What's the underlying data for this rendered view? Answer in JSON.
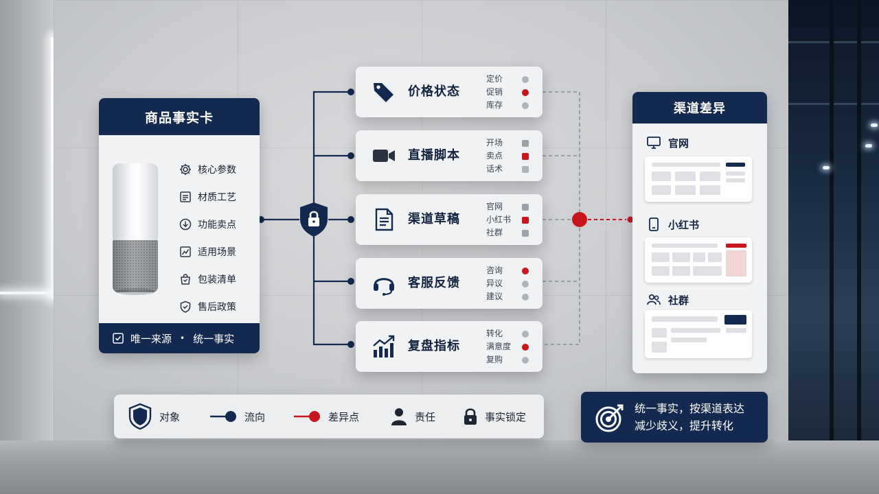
{
  "product_card": {
    "title": "商品事实卡",
    "specs": [
      {
        "label": "核心参数",
        "icon": "gear-icon"
      },
      {
        "label": "材质工艺",
        "icon": "list-icon"
      },
      {
        "label": "功能卖点",
        "icon": "download-circle-icon"
      },
      {
        "label": "适用场景",
        "icon": "line-chart-icon"
      },
      {
        "label": "包装清单",
        "icon": "bag-icon"
      },
      {
        "label": "售后政策",
        "icon": "shield-check-icon"
      }
    ],
    "footer": {
      "left": "唯一来源",
      "separator": "•",
      "right": "统一事实"
    }
  },
  "stages": [
    {
      "title": "价格状态",
      "icon": "price-tag-icon",
      "tags": [
        {
          "label": "定价",
          "marker": "circle",
          "color": "#b0b4ba"
        },
        {
          "label": "促销",
          "marker": "circle",
          "color": "#c8161d"
        },
        {
          "label": "库存",
          "marker": "circle",
          "color": "#b0b4ba"
        }
      ]
    },
    {
      "title": "直播脚本",
      "icon": "video-camera-icon",
      "tags": [
        {
          "label": "开场",
          "marker": "square",
          "color": "#9ea3aa"
        },
        {
          "label": "卖点",
          "marker": "square",
          "color": "#c8161d"
        },
        {
          "label": "话术",
          "marker": "square",
          "color": "#b0b4ba"
        }
      ]
    },
    {
      "title": "渠道草稿",
      "icon": "document-icon",
      "tags": [
        {
          "label": "官网",
          "marker": "square",
          "color": "#9ea3aa"
        },
        {
          "label": "小红书",
          "marker": "square",
          "color": "#c8161d"
        },
        {
          "label": "社群",
          "marker": "square",
          "color": "#9ea3aa"
        }
      ]
    },
    {
      "title": "客服反馈",
      "icon": "headset-icon",
      "tags": [
        {
          "label": "咨询",
          "marker": "circle",
          "color": "#c8161d"
        },
        {
          "label": "异议",
          "marker": "circle",
          "color": "#b0b4ba"
        },
        {
          "label": "建议",
          "marker": "circle",
          "color": "#b0b4ba"
        }
      ]
    },
    {
      "title": "复盘指标",
      "icon": "bar-growth-icon",
      "tags": [
        {
          "label": "转化",
          "marker": "circle",
          "color": "#b0b4ba"
        },
        {
          "label": "满意度",
          "marker": "circle",
          "color": "#c8161d"
        },
        {
          "label": "复购",
          "marker": "circle",
          "color": "#b0b4ba"
        }
      ]
    }
  ],
  "channel_card": {
    "title": "渠道差异",
    "channels": [
      {
        "label": "官网",
        "icon": "monitor-icon"
      },
      {
        "label": "小红书",
        "icon": "phone-icon"
      },
      {
        "label": "社群",
        "icon": "people-icon"
      }
    ]
  },
  "legend": [
    {
      "label": "对象",
      "icon": "shield-icon"
    },
    {
      "label": "流向",
      "icon": "flow-line-icon"
    },
    {
      "label": "差异点",
      "icon": "difference-line-icon"
    },
    {
      "label": "责任",
      "icon": "person-icon"
    },
    {
      "label": "事实锁定",
      "icon": "lock-icon"
    }
  ],
  "summary": {
    "line1": "统一事实，按渠道表达",
    "line2": "减少歧义，提升转化",
    "icon": "target-icon"
  },
  "colors": {
    "navy": "#13294f",
    "accent_red": "#c8161d",
    "card_bg": "#f1f2f4"
  }
}
